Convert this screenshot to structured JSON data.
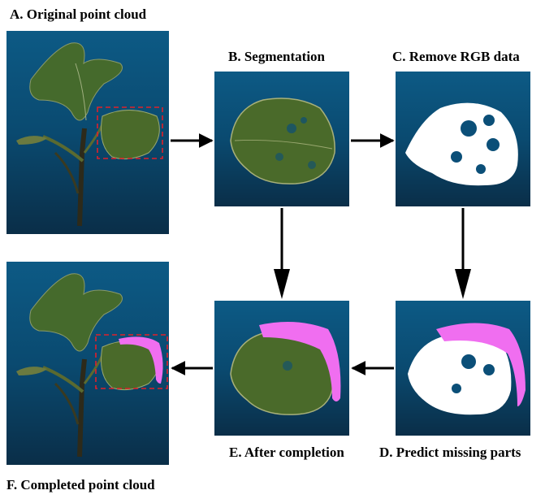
{
  "labels": {
    "a": "A. Original point cloud",
    "b": "B. Segmentation",
    "c": "C. Remove RGB data",
    "d": "D. Predict missing parts",
    "e": "E. After completion",
    "f": "F. Completed point cloud"
  },
  "colors": {
    "panel_bg": "#0b4f78",
    "leaf_green": "#4a6a2a",
    "removed_rgb": "#ffffff",
    "predicted": "#f06ef0",
    "bbox": "#e0202a",
    "arrow": "#000000"
  },
  "icons": [
    "arrow-right-icon",
    "arrow-down-icon",
    "arrow-left-icon"
  ]
}
